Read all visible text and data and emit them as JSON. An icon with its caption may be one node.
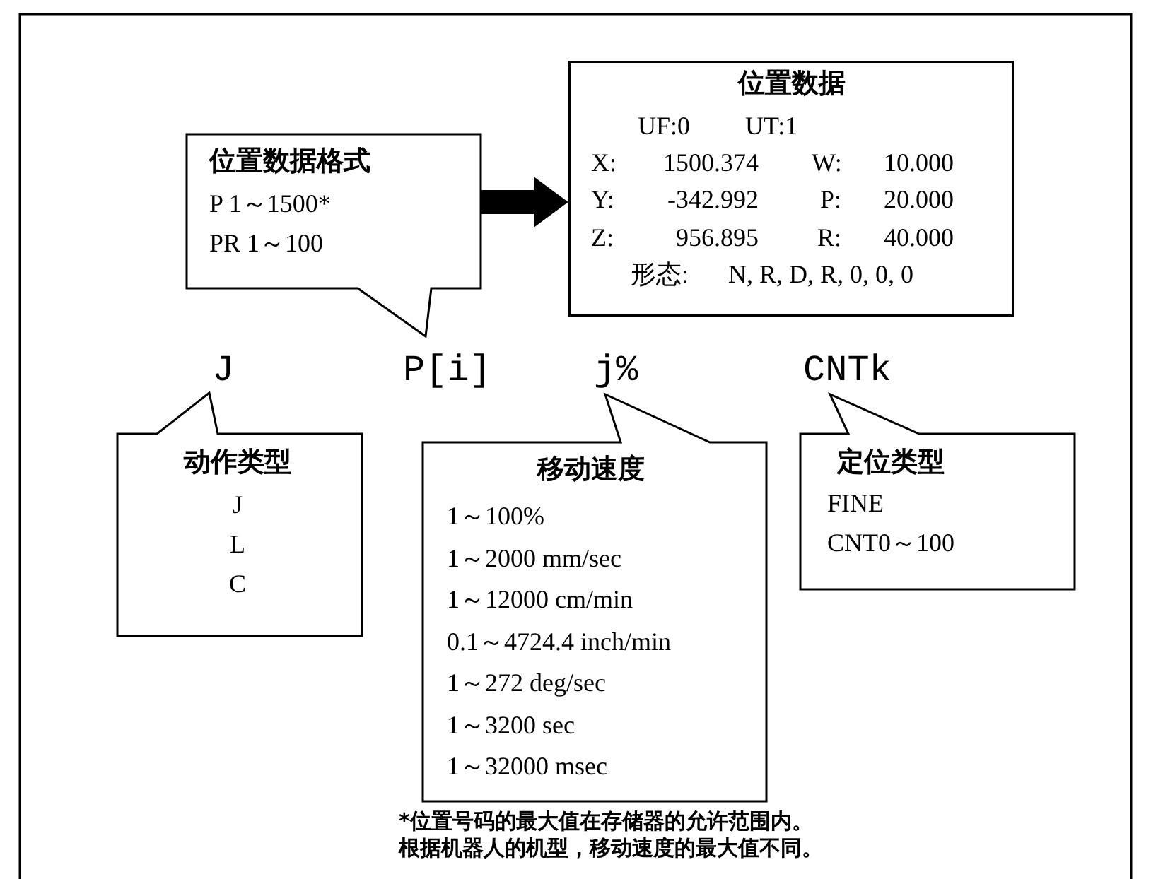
{
  "diagram": {
    "nodes": [
      {
        "text": [
          "位置数据格式",
          "P 1～1500*",
          "PR 1～100"
        ]
      },
      {
        "text": [
          "位置数据",
          "UF:0",
          "UT:1",
          "X:",
          "1500.374",
          "W:",
          "10.000",
          "Y:",
          "-342.992",
          "P:",
          "20.000",
          "Z:",
          "956.895",
          "R:",
          "40.000",
          "形态:",
          "N, R, D, R, 0, 0, 0"
        ]
      },
      {
        "text": [
          "动作类型",
          "J",
          "L",
          "C"
        ]
      },
      {
        "text": [
          "移动速度",
          "1～100%",
          "1～2000 mm/sec",
          "1～12000 cm/min",
          "0.1～4724.4 inch/min",
          "1～272 deg/sec",
          "1～3200 sec",
          "1～32000 msec"
        ]
      },
      {
        "text": [
          "定位类型",
          "FINE",
          "CNT0～100"
        ]
      }
    ],
    "edges": [
      {
        "from": 0,
        "to": 1,
        "arrow": "to"
      }
    ],
    "labels": [
      "J",
      "P[i]",
      "j%",
      "CNTk",
      "*位置号码的最大值在存储器的允许范围内。",
      "根据机器人的机型，移动速度的最大值不同。"
    ]
  }
}
